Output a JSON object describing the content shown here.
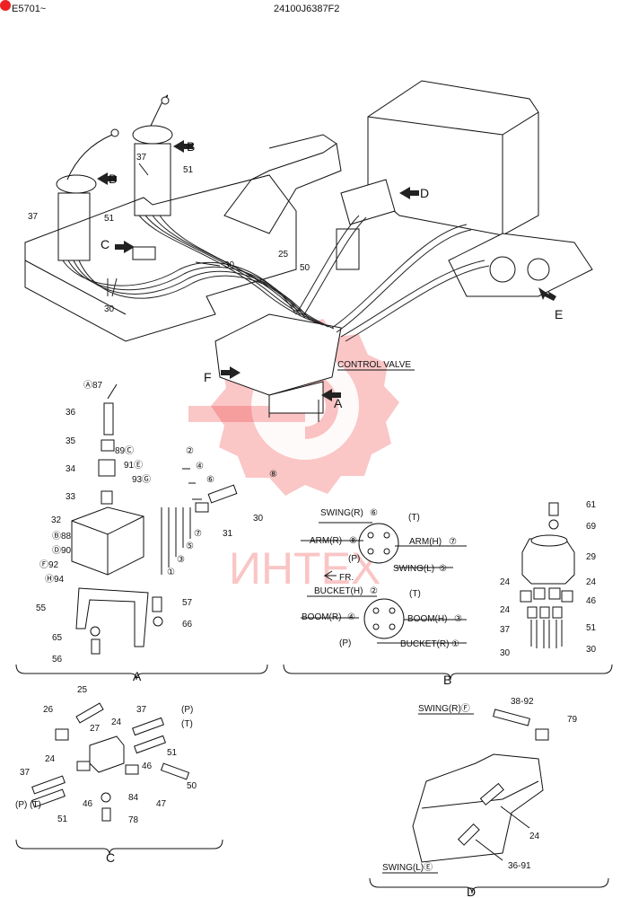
{
  "header": {
    "serial_range": "E5701~",
    "drawing_number": "24100J6387F2"
  },
  "watermark": {
    "text": "ИНТЕХ",
    "color": "#e33333"
  },
  "main_view": {
    "callouts": {
      "b_top": "B",
      "b_left": "B",
      "c": "C",
      "d": "D",
      "e": "E",
      "f": "F",
      "a": "A",
      "n37_top": "37",
      "n51_top": "51",
      "n37_left": "37",
      "n51_left": "51",
      "n25": "25",
      "n50": "50",
      "n30_a": "30",
      "n30_b": "30"
    },
    "control_valve_label": "CONTROL VALVE"
  },
  "section_a": {
    "title": "A",
    "labels": {
      "a87": "Ⓐ87",
      "n36": "36",
      "n35": "35",
      "c89": "89Ⓒ",
      "n34": "34",
      "e91": "91Ⓔ",
      "g93": "93Ⓖ",
      "n33": "33",
      "n32": "32",
      "b88": "Ⓑ88",
      "d90": "Ⓓ90",
      "f92": "Ⓕ92",
      "h94": "Ⓗ94",
      "n55": "55",
      "n57": "57",
      "n66": "66",
      "n65": "65",
      "n56": "56",
      "c2": "②",
      "c4": "④",
      "c6": "⑥",
      "c7": "⑦",
      "c5": "⑤",
      "c3": "③",
      "c1": "①",
      "c8": "⑧",
      "n31": "31",
      "n30": "30"
    }
  },
  "section_b": {
    "title": "B",
    "upper": {
      "swing_r": "SWING(R)",
      "swing_r_num": "⑥",
      "t": "(T)",
      "arm_r": "ARM(R)",
      "arm_r_num": "⑧",
      "arm_h": "ARM(H)",
      "arm_h_num": "⑦",
      "p": "(P)",
      "swing_l": "SWING(L)",
      "swing_l_num": "⑤"
    },
    "fr": "FR.",
    "lower": {
      "bucket_h": "BUCKET(H)",
      "bucket_h_num": "②",
      "t": "(T)",
      "boom_r": "BOOM(R)",
      "boom_r_num": "④",
      "boom_h": "BOOM(H)",
      "boom_h_num": "③",
      "p": "(P)",
      "bucket_r": "BUCKET(R)",
      "bucket_r_num": "①"
    },
    "parts": {
      "n61": "61",
      "n69": "69",
      "n29": "29",
      "n24a": "24",
      "n24b": "24",
      "n24c": "24",
      "n46": "46",
      "n37": "37",
      "n51": "51",
      "n30a": "30",
      "n30b": "30"
    }
  },
  "section_c": {
    "title": "C",
    "labels": {
      "n25": "25",
      "n26": "26",
      "n24a": "24",
      "n37a": "37",
      "p": "(P)",
      "t": "(T)",
      "n27": "27",
      "n51a": "51",
      "n46a": "46",
      "n24b": "24",
      "n37b": "37",
      "n46b": "46",
      "n84": "84",
      "n47": "47",
      "n50": "50",
      "pt": "(P)  (T)",
      "n51b": "51",
      "n78": "78"
    }
  },
  "section_d": {
    "title": "D",
    "labels": {
      "swing_r": "SWING(R)Ⓕ",
      "n3892": "38-92",
      "n79": "79",
      "n24": "24",
      "n3691": "36-91",
      "swing_l": "SWING(L)Ⓔ"
    }
  }
}
